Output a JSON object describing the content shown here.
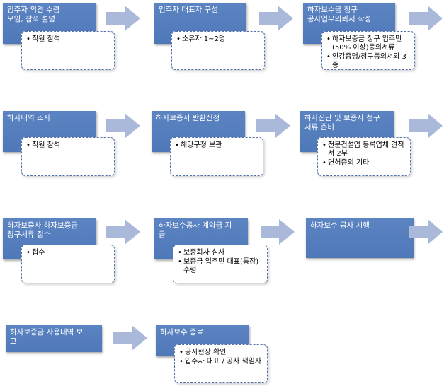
{
  "process_steps": [
    {
      "title": "입주자 의견 수렴\n모임, 참석 설명",
      "details": [
        "직원 참석"
      ]
    },
    {
      "title": "입주자 대표자 구성",
      "details": [
        "소유자 1~2명"
      ]
    },
    {
      "title": "하자보수금 청구\n공사업무의뢰서 작성",
      "details": [
        "하자보증금 청구 입주민 (50% 이상)동의서류",
        "인감증명/청구등의서외 3종"
      ]
    },
    {
      "title": "하자내역 조사",
      "details": [
        "직원 참석"
      ]
    },
    {
      "title": "하자보증서 반환신청",
      "details": [
        "해당구청 보관"
      ]
    },
    {
      "title": "하자진단 및 보증사 청구\n서류 준비",
      "details": [
        "전문건설업 등록업체 견적서 2부",
        "면허증외 기타"
      ]
    },
    {
      "title": "하자보증사 하자보증금\n청구서류 접수",
      "details": [
        "접수"
      ]
    },
    {
      "title": "하자보수공사 계약금 지\n급",
      "details": [
        "보증회사 심사",
        "보증금 입주민 대표(통장)수령"
      ]
    },
    {
      "title": "하자보수 공사 시행",
      "details": []
    },
    {
      "title": "하자보증금 사용내역 보\n고",
      "details": []
    },
    {
      "title": "하자보수 종료",
      "details": [
        "공사현장 확인",
        "입주자 대표 / 공사 책임자"
      ]
    }
  ],
  "colors": {
    "box": "#5a82c0",
    "arrow": "#aab9d9",
    "sub_border": "#4f6fa8"
  }
}
